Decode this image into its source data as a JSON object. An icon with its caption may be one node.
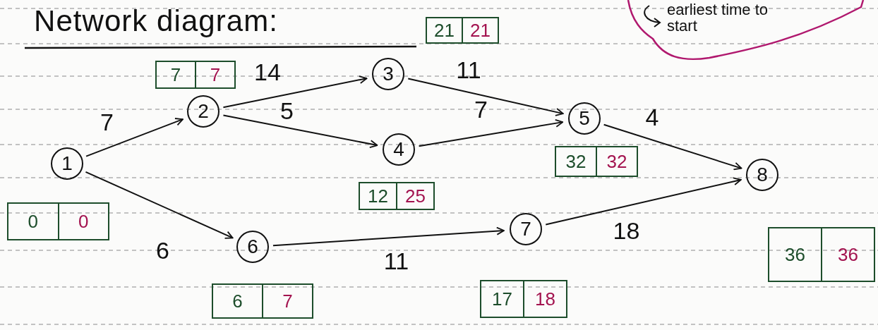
{
  "diagram": {
    "title": "Network diagram:",
    "nodes": [
      {
        "text": [
          "1"
        ]
      },
      {
        "text": [
          "2"
        ]
      },
      {
        "text": [
          "3"
        ]
      },
      {
        "text": [
          "4"
        ]
      },
      {
        "text": [
          "5"
        ]
      },
      {
        "text": [
          "6"
        ]
      },
      {
        "text": [
          "7"
        ]
      },
      {
        "text": [
          "8"
        ]
      },
      {
        "text": [
          "0",
          "0"
        ]
      },
      {
        "text": [
          "7",
          "7"
        ]
      },
      {
        "text": [
          "21",
          "21"
        ]
      },
      {
        "text": [
          "12",
          "25"
        ]
      },
      {
        "text": [
          "32",
          "32"
        ]
      },
      {
        "text": [
          "6",
          "7"
        ]
      },
      {
        "text": [
          "17",
          "18"
        ]
      },
      {
        "text": [
          "36",
          "36"
        ]
      },
      {
        "text": [
          "earliest time to start"
        ]
      }
    ],
    "edges": [
      {
        "from": 0,
        "to": 1,
        "arrow": "to",
        "label": "7"
      },
      {
        "from": 1,
        "to": 2,
        "arrow": "to",
        "label": "14"
      },
      {
        "from": 1,
        "to": 3,
        "arrow": "to",
        "label": "5"
      },
      {
        "from": 0,
        "to": 5,
        "arrow": "to",
        "label": "6"
      },
      {
        "from": 2,
        "to": 4,
        "arrow": "to",
        "label": "11"
      },
      {
        "from": 3,
        "to": 4,
        "arrow": "to",
        "label": "7"
      },
      {
        "from": 5,
        "to": 6,
        "arrow": "to",
        "label": "11"
      },
      {
        "from": 4,
        "to": 7,
        "arrow": "to",
        "label": "4"
      },
      {
        "from": 6,
        "to": 7,
        "arrow": "to",
        "label": "18"
      }
    ]
  }
}
